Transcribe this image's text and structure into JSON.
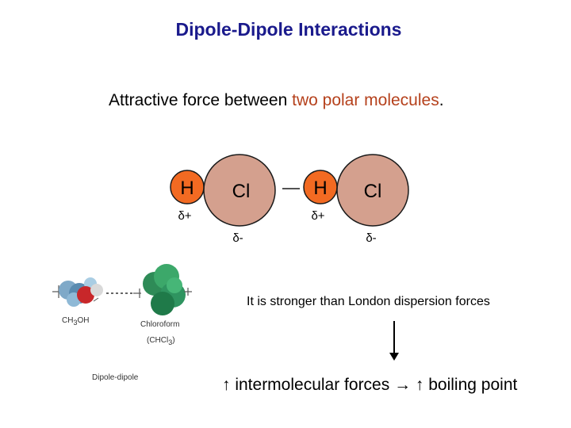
{
  "title": "Dipole-Dipole Interactions",
  "subtitle": {
    "prefix": "Attractive force between ",
    "highlight": "two polar molecules",
    "suffix": "."
  },
  "molecule_diagram": {
    "h_label": "H",
    "cl_label": "Cl",
    "delta_plus": "δ+",
    "delta_minus": "δ-",
    "colors": {
      "hydrogen": "#f26a22",
      "chlorine": "#d4a08e",
      "outline": "#1a1a1a"
    }
  },
  "model_image": {
    "left_label_main": "CH",
    "left_label_sub": "3",
    "left_label_tail": "OH",
    "right_label": "Chloroform",
    "right_formula_main": "(CHCl",
    "right_formula_sub": "3",
    "right_formula_tail": ")",
    "caption": "Dipole-dipole"
  },
  "note": "It is stronger than London dispersion forces",
  "conclusion": "↑ intermolecular forces → ↑ boiling point"
}
